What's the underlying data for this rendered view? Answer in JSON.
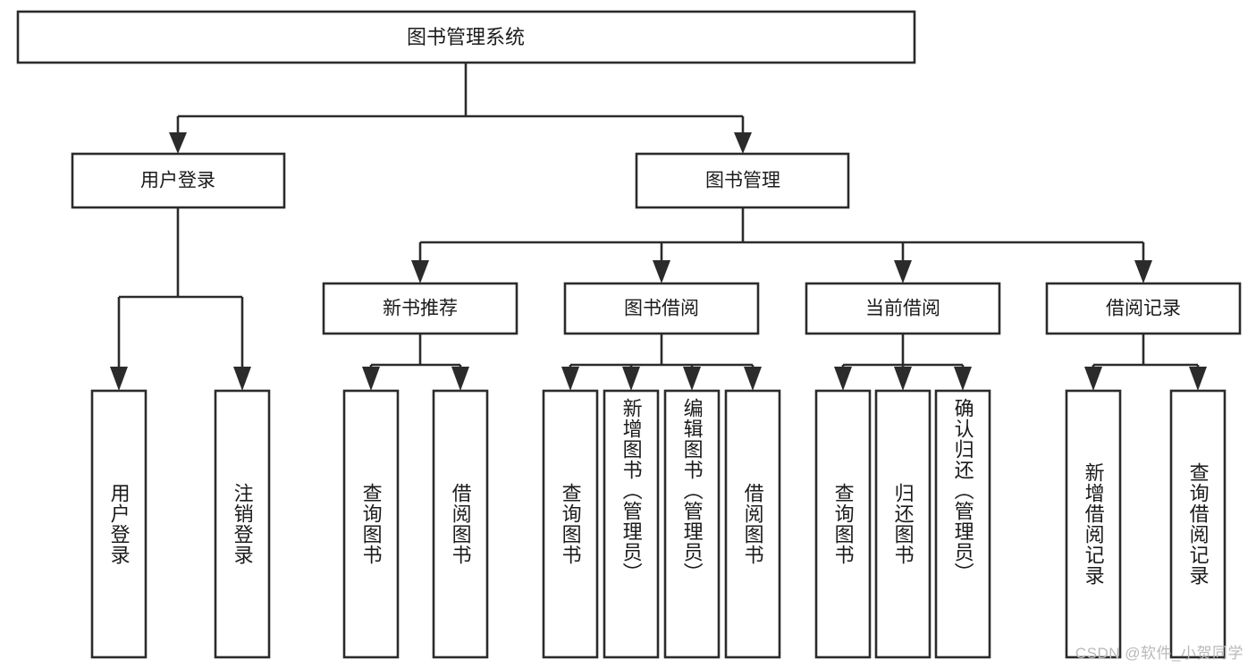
{
  "diagram": {
    "title_node": {
      "label": "图书管理系统"
    },
    "level1": [
      {
        "id": "user-login",
        "label": "用户登录"
      },
      {
        "id": "book-manage",
        "label": "图书管理"
      }
    ],
    "level2": [
      {
        "id": "new-book-recommend",
        "label": "新书推荐",
        "parent": "book-manage"
      },
      {
        "id": "book-borrow",
        "label": "图书借阅",
        "parent": "book-manage"
      },
      {
        "id": "current-borrow",
        "label": "当前借阅",
        "parent": "book-manage"
      },
      {
        "id": "borrow-record",
        "label": "借阅记录",
        "parent": "book-manage"
      }
    ],
    "leaves": {
      "user-login": [
        {
          "id": "leaf-user-login",
          "label": "用户登录"
        },
        {
          "id": "leaf-logout",
          "label": "注销登录"
        }
      ],
      "new-book-recommend": [
        {
          "id": "leaf-query-book-1",
          "label": "查询图书"
        },
        {
          "id": "leaf-borrow-book-1",
          "label": "借阅图书"
        }
      ],
      "book-borrow": [
        {
          "id": "leaf-query-book-2",
          "label": "查询图书"
        },
        {
          "id": "leaf-add-book",
          "label": "新增图书（管理员）"
        },
        {
          "id": "leaf-edit-book",
          "label": "编辑图书（管理员）"
        },
        {
          "id": "leaf-borrow-book-2",
          "label": "借阅图书"
        }
      ],
      "current-borrow": [
        {
          "id": "leaf-query-book-3",
          "label": "查询图书"
        },
        {
          "id": "leaf-return-book",
          "label": "归还图书"
        },
        {
          "id": "leaf-confirm-return",
          "label": "确认归还（管理员）"
        }
      ],
      "borrow-record": [
        {
          "id": "leaf-add-record",
          "label": "新增借阅记录"
        },
        {
          "id": "leaf-query-record",
          "label": "查询借阅记录"
        }
      ]
    },
    "watermark": "CSDN @软件_小贺同学",
    "colors": {
      "stroke": "#2b2b2b",
      "fill": "#ffffff",
      "text": "#1b1b1b",
      "watermark": "#b9b9b9"
    }
  }
}
